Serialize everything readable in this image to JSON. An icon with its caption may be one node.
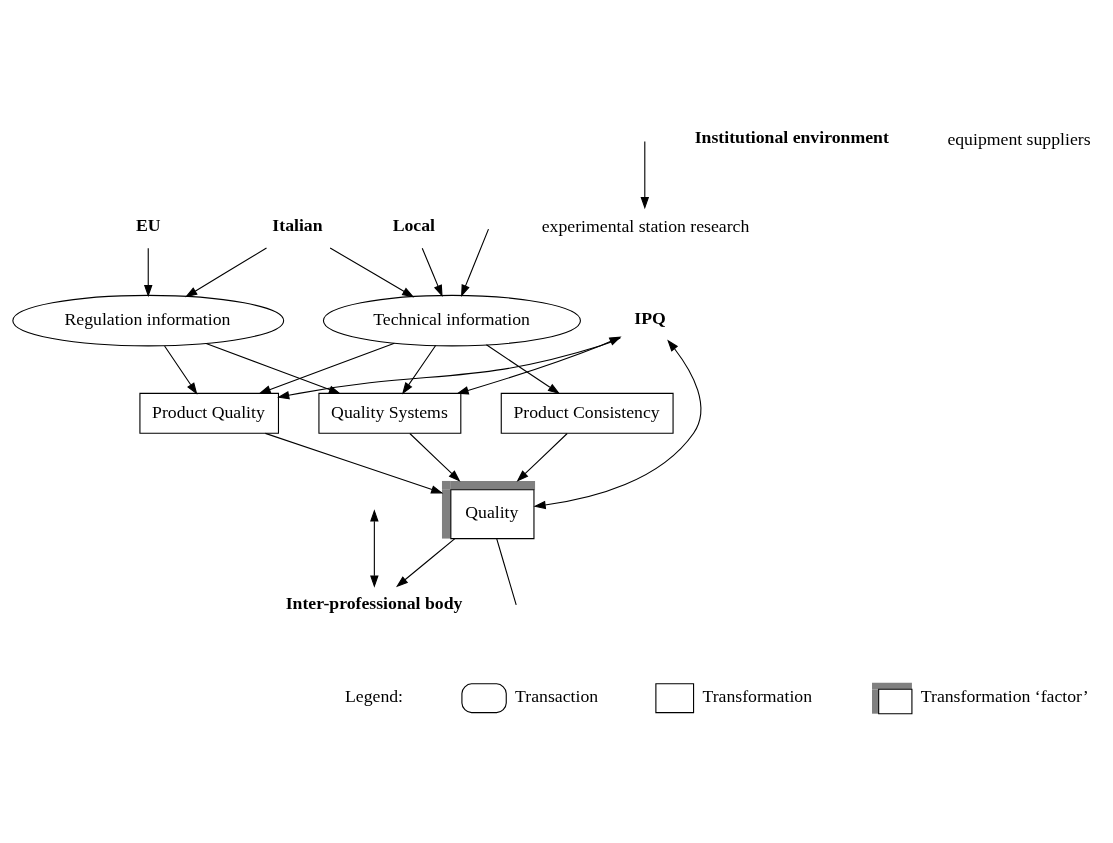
{
  "diagram": {
    "nodes": [
      {
        "text": [
          "EU"
        ]
      },
      {
        "text": [
          "Italian"
        ]
      },
      {
        "text": [
          "Local"
        ]
      },
      {
        "text": [
          "experimental station research"
        ]
      },
      {
        "text": [
          "Regulation information"
        ]
      },
      {
        "text": [
          "Technical information"
        ]
      },
      {
        "text": [
          "Product Quality"
        ]
      },
      {
        "text": [
          "Quality Systems"
        ]
      },
      {
        "text": [
          "Product Consistency"
        ]
      },
      {
        "text": [
          "Quality"
        ]
      },
      {
        "text": [
          "IPQ"
        ]
      },
      {
        "text": [
          "Inter-professional body"
        ]
      }
    ],
    "edges": [
      {
        "from": 0,
        "to": 4,
        "arrow": "to"
      },
      {
        "from": 1,
        "to": 4,
        "arrow": "to"
      },
      {
        "from": 1,
        "to": 5,
        "arrow": "to"
      },
      {
        "from": 2,
        "to": 5,
        "arrow": "to"
      },
      {
        "from": null,
        "to": 5,
        "arrow": "to"
      },
      {
        "from": null,
        "to": 3,
        "arrow": "to"
      },
      {
        "from": 4,
        "to": 6,
        "arrow": "to"
      },
      {
        "from": 4,
        "to": 7,
        "arrow": "to"
      },
      {
        "from": 5,
        "to": 6,
        "arrow": "to"
      },
      {
        "from": 5,
        "to": 7,
        "arrow": "to"
      },
      {
        "from": 5,
        "to": 8,
        "arrow": "to"
      },
      {
        "from": 6,
        "to": 9,
        "arrow": "to"
      },
      {
        "from": 7,
        "to": 9,
        "arrow": "to"
      },
      {
        "from": 8,
        "to": 9,
        "arrow": "to"
      },
      {
        "from": 10,
        "to": 7,
        "arrow": "both"
      },
      {
        "from": 10,
        "to": 9,
        "arrow": "both"
      },
      {
        "from": 10,
        "to": 6,
        "arrow": "to"
      },
      {
        "from": 9,
        "to": 11,
        "arrow": "to"
      },
      {
        "from": 9,
        "to": null,
        "arrow": "none"
      },
      {
        "from": null,
        "to": 11,
        "arrow": "both"
      }
    ],
    "labels": [
      "Institutional environment",
      "equipment suppliers",
      "Legend:"
    ],
    "legend": [
      {
        "text": "Transaction"
      },
      {
        "text": "Transformation"
      },
      {
        "text": "Transformation ‘factor’"
      }
    ]
  }
}
